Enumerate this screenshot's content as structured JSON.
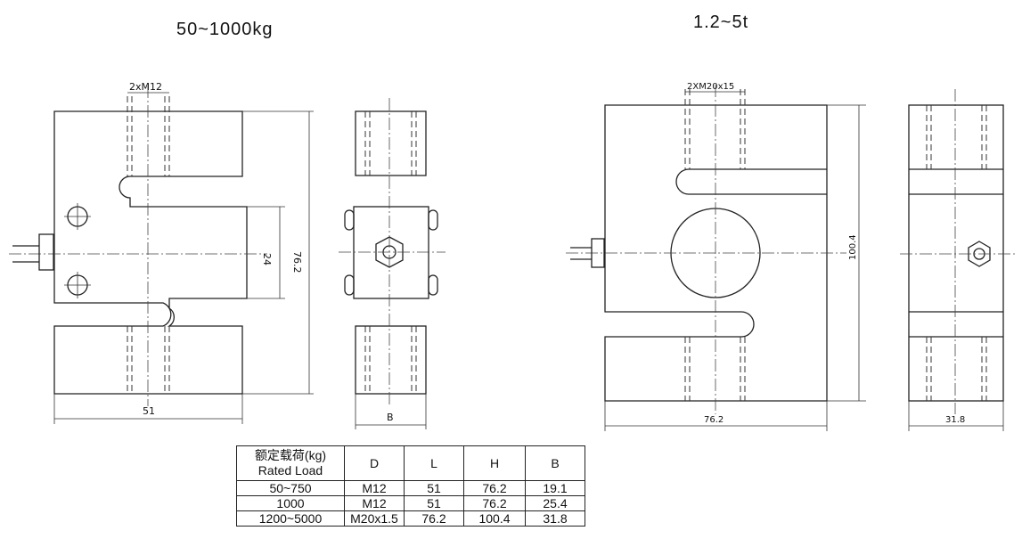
{
  "titles": {
    "left": "50~1000kg",
    "right": "1.2~5t"
  },
  "dimensions": {
    "left_front": {
      "thread": "2xM12",
      "width": "51",
      "center": "24",
      "height": "76.2"
    },
    "left_side": {
      "width": "B"
    },
    "right_front": {
      "thread": "2XM20x15",
      "width": "76.2",
      "height": "100.4"
    },
    "right_side": {
      "width": "31.8"
    }
  },
  "table": {
    "headers": {
      "rated_load_cn": "额定载荷(kg)",
      "rated_load_en": "Rated Load",
      "d": "D",
      "l": "L",
      "h": "H",
      "b": "B"
    },
    "rows": [
      {
        "load": "50~750",
        "d": "M12",
        "l": "51",
        "h": "76.2",
        "b": "19.1"
      },
      {
        "load": "1000",
        "d": "M12",
        "l": "51",
        "h": "76.2",
        "b": "25.4"
      },
      {
        "load": "1200~5000",
        "d": "M20x1.5",
        "l": "76.2",
        "h": "100.4",
        "b": "31.8"
      }
    ]
  }
}
